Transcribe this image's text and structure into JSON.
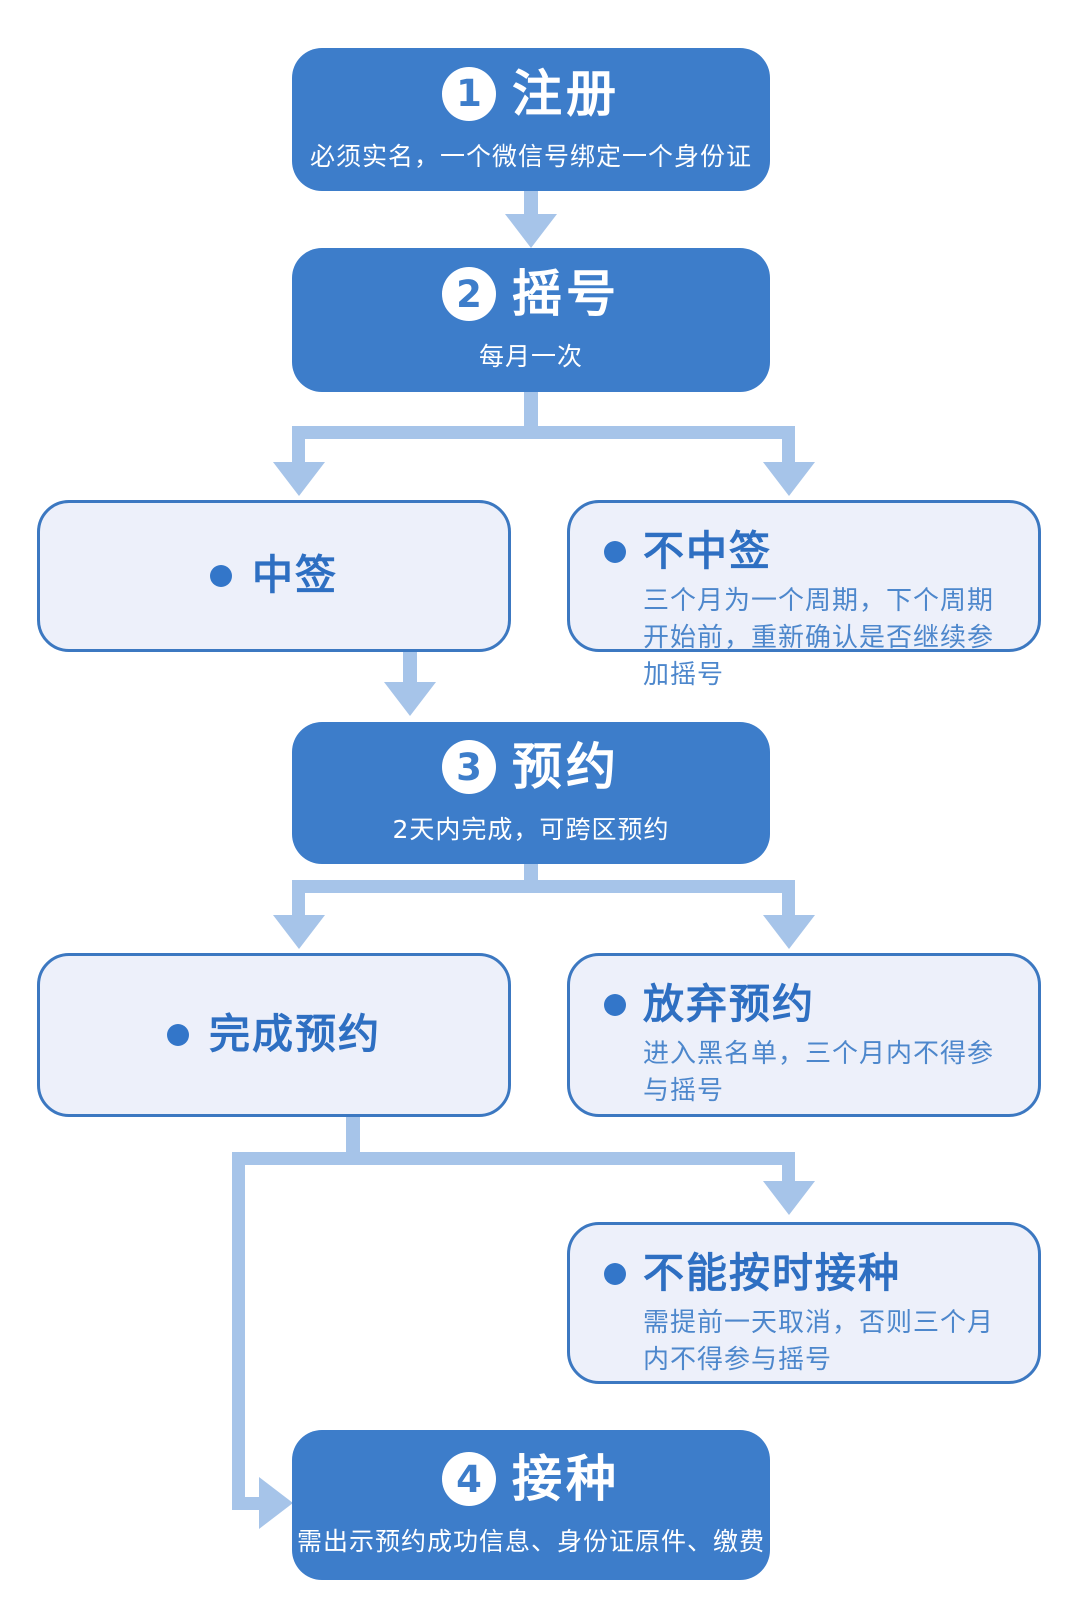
{
  "palette": {
    "step_box": "#3d7dca",
    "connector": "#a6c4e9",
    "outcome_bg": "#edf0fa",
    "outcome_border": "#3c78c1",
    "outcome_title": "#2e6fc2",
    "outcome_desc": "#4d87cc",
    "bullet": "#3376c9",
    "step_text": "#ffffff"
  },
  "steps": [
    {
      "number": "1",
      "title": "注册",
      "subtitle": "必须实名，一个微信号绑定一个身份证"
    },
    {
      "number": "2",
      "title": "摇号",
      "subtitle": "每月一次"
    },
    {
      "number": "3",
      "title": "预约",
      "subtitle": "2天内完成，可跨区预约"
    },
    {
      "number": "4",
      "title": "接种",
      "subtitle": "需出示预约成功信息、身份证原件、缴费"
    }
  ],
  "outcomes": [
    {
      "title": "中签",
      "description": ""
    },
    {
      "title": "不中签",
      "description": "三个月为一个周期，下个周期开始前，重新确认是否继续参加摇号"
    },
    {
      "title": "完成预约",
      "description": ""
    },
    {
      "title": "放弃预约",
      "description": "进入黑名单，三个月内不得参与摇号"
    },
    {
      "title": "不能按时接种",
      "description": "需提前一天取消，否则三个月内不得参与摇号"
    }
  ]
}
